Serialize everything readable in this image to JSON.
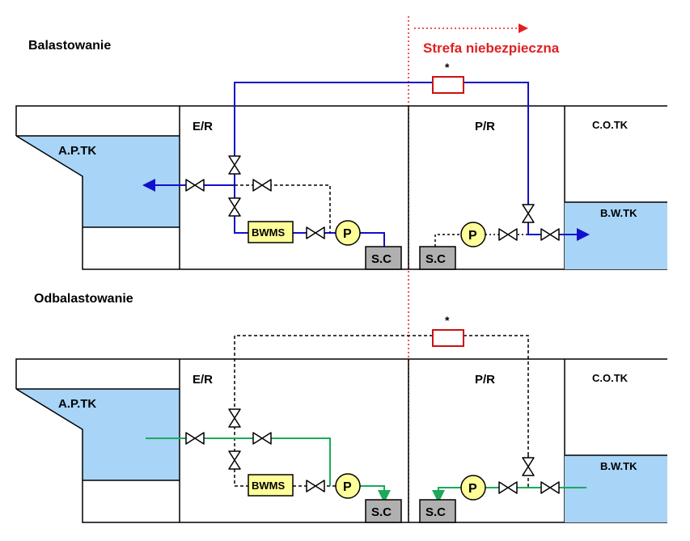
{
  "danger_zone": {
    "label": "Strefa niebezpieczna",
    "color": "#e02020"
  },
  "colors": {
    "ballast_line": "#1010cc",
    "deballast_line": "#1aaa5a",
    "tank_fill": "#a8d4f7",
    "bwms_fill": "#ffff99",
    "pump_fill": "#ffff99",
    "sc_fill": "#b0b0b0",
    "filter_box": "#cc1111"
  },
  "panels": [
    {
      "title": "Balastowanie",
      "mode": "ballast",
      "labels": {
        "ap_tk": "A.P.TK",
        "er": "E/R",
        "pr": "P/R",
        "cotk": "C.O.TK",
        "bwtk": "B.W.TK",
        "bwms": "BWMS",
        "pump": "P",
        "sc": "S.C",
        "filter": "*"
      }
    },
    {
      "title": "Odbalastowanie",
      "mode": "deballast",
      "labels": {
        "ap_tk": "A.P.TK",
        "er": "E/R",
        "pr": "P/R",
        "cotk": "C.O.TK",
        "bwtk": "B.W.TK",
        "bwms": "BWMS",
        "pump": "P",
        "sc": "S.C",
        "filter": "*"
      }
    }
  ]
}
